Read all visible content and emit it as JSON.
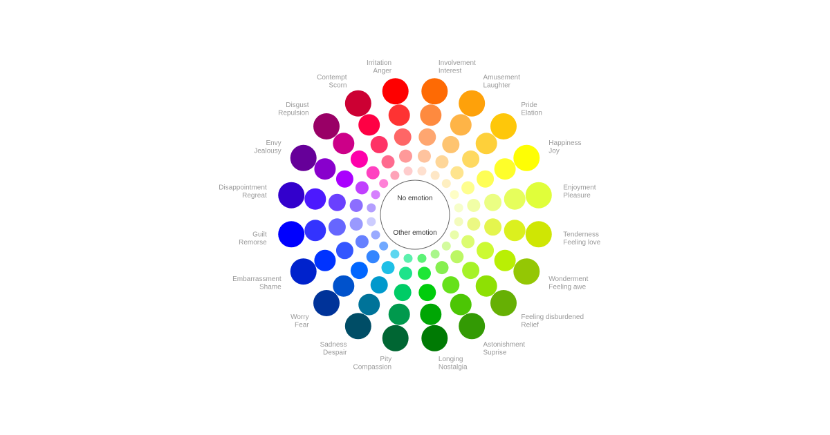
{
  "center": {
    "top_label": "No emotion",
    "bottom_label": "Other emotion"
  },
  "emotions": [
    {
      "lines": [
        "Involvement",
        "Interest"
      ],
      "colors": [
        "#fe6a04",
        "#fe8a3f",
        "#fea670",
        "#fec39e",
        "#fee0cf"
      ]
    },
    {
      "lines": [
        "Amusement",
        "Laughter"
      ],
      "colors": [
        "#fea10a",
        "#feb447",
        "#fec470",
        "#fed698",
        "#fee7c6"
      ]
    },
    {
      "lines": [
        "Pride",
        "Elation"
      ],
      "colors": [
        "#fec70a",
        "#fed03a",
        "#fed961",
        "#fee48e",
        "#feefc1"
      ]
    },
    {
      "lines": [
        "Happiness",
        "Joy"
      ],
      "colors": [
        "#fefe04",
        "#fefe2a",
        "#fefe55",
        "#fefe8e",
        "#fefec6"
      ]
    },
    {
      "lines": [
        "Enjoyment",
        "Pleasure"
      ],
      "colors": [
        "#e0fe3a",
        "#e6fe5c",
        "#ebfe83",
        "#f1fea6",
        "#f6fec9"
      ]
    },
    {
      "lines": [
        "Tenderness",
        "Feeling love"
      ],
      "colors": [
        "#cfe604",
        "#dbf01e",
        "#e4f54e",
        "#ebf883",
        "#f3fbbd"
      ]
    },
    {
      "lines": [
        "Wonderment",
        "Feeling awe"
      ],
      "colors": [
        "#94c704",
        "#b9ef04",
        "#ccfa33",
        "#dcfc70",
        "#e9fdaa"
      ]
    },
    {
      "lines": [
        "Feeling disburdened",
        "Relief"
      ],
      "colors": [
        "#66b004",
        "#8ee004",
        "#a6f227",
        "#bcf764",
        "#d3fb9e"
      ]
    },
    {
      "lines": [
        "Astonishment",
        "Suprise"
      ],
      "colors": [
        "#339a04",
        "#4cc604",
        "#66e11a",
        "#86ef4f",
        "#a9f68b"
      ]
    },
    {
      "lines": [
        "Longing",
        "Nostalgia"
      ],
      "colors": [
        "#007a04",
        "#00a604",
        "#00cc0c",
        "#1ee637",
        "#5cf276"
      ]
    },
    {
      "lines": [
        "Pity",
        "Compassion"
      ],
      "colors": [
        "#006633",
        "#00994d",
        "#00cc66",
        "#1ee38a",
        "#5cf0ad"
      ]
    },
    {
      "lines": [
        "Sadness",
        "Despair"
      ],
      "colors": [
        "#004d66",
        "#007399",
        "#0099cc",
        "#1ebfe6",
        "#5cd6f0"
      ]
    },
    {
      "lines": [
        "Worry",
        "Fear"
      ],
      "colors": [
        "#003399",
        "#0052cc",
        "#0066ff",
        "#3385ff",
        "#70a8ff"
      ]
    },
    {
      "lines": [
        "Embarrassment",
        "Shame"
      ],
      "colors": [
        "#0022cc",
        "#0033ff",
        "#3355ff",
        "#6680ff",
        "#99aaff"
      ]
    },
    {
      "lines": [
        "Guilt",
        "Remorse"
      ],
      "colors": [
        "#0000fe",
        "#3333fe",
        "#6666fe",
        "#9999fe",
        "#ccccfe"
      ]
    },
    {
      "lines": [
        "Disappointment",
        "Regreat"
      ],
      "colors": [
        "#3300cc",
        "#4c19fe",
        "#6a40fe",
        "#8c6efe",
        "#b39efe"
      ]
    },
    {
      "lines": [
        "Envy",
        "Jealousy"
      ],
      "colors": [
        "#660099",
        "#8800cc",
        "#aa00fe",
        "#c040fe",
        "#d680fe"
      ]
    },
    {
      "lines": [
        "Disgust",
        "Repulsion"
      ],
      "colors": [
        "#990066",
        "#cc0088",
        "#fe00aa",
        "#fe40c0",
        "#fe80d6"
      ]
    },
    {
      "lines": [
        "Contempt",
        "Scorn"
      ],
      "colors": [
        "#cc0033",
        "#fe0044",
        "#fe3366",
        "#fe6a8e",
        "#fea3b8"
      ]
    },
    {
      "lines": [
        "Irritation",
        "Anger"
      ],
      "colors": [
        "#fe0000",
        "#fe3333",
        "#fe6666",
        "#fe9999",
        "#fecccc"
      ]
    }
  ]
}
